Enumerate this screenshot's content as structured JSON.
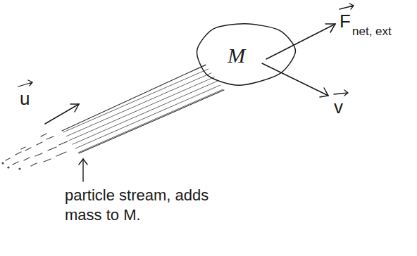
{
  "diagram": {
    "nodes": [
      {
        "text": [
          "M"
        ]
      }
    ],
    "labels": [
      "u",
      "F",
      "net, ext",
      "v",
      "particle stream, adds mass to M."
    ]
  }
}
